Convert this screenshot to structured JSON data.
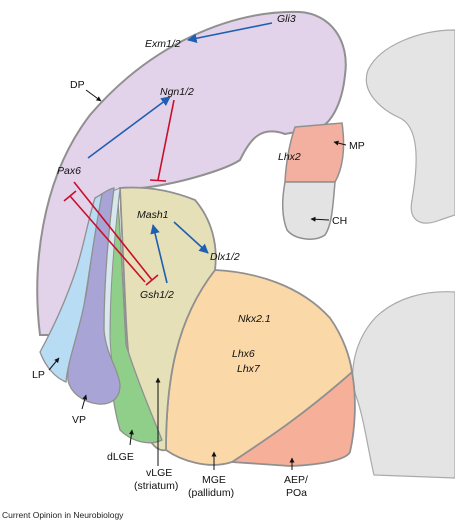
{
  "genes": {
    "gli3": "Gli3",
    "exm12": "Exm1/2",
    "ngn12": "Ngn1/2",
    "pax6": "Pax6",
    "mash1": "Mash1",
    "dlx12": "Dlx1/2",
    "gsh12": "Gsh1/2",
    "lhx2": "Lhx2",
    "nkx21": "Nkx2.1",
    "lhx6": "Lhx6",
    "lhx7": "Lhx7"
  },
  "regions": {
    "dp": "DP",
    "mp": "MP",
    "ch": "CH",
    "lp": "LP",
    "vp": "VP",
    "dlge": "dLGE",
    "vlge_line1": "vLGE",
    "vlge_line2": "(striatum)",
    "mge_line1": "MGE",
    "mge_line2": "(pallidum)",
    "aep_line1": "AEP/",
    "aep_line2": "POa"
  },
  "caption": "Current Opinion in Neurobiology",
  "colors": {
    "activation_arrow": "#1f5fb0",
    "repression_line": "#c8102e",
    "pallium": "#e3d3ea",
    "medial_pallium": "#f3b0a0",
    "cortical_hem": "#e3e3e3",
    "lge": "#e6e0b8",
    "mge": "#fbd8a8",
    "aep": "#f6b09a",
    "dlge": "#8fcf8a",
    "vp": "#a9a4d6",
    "lp": "#b8dcf4",
    "outline": "#909090",
    "background_tissue": "#e4e4e4"
  }
}
